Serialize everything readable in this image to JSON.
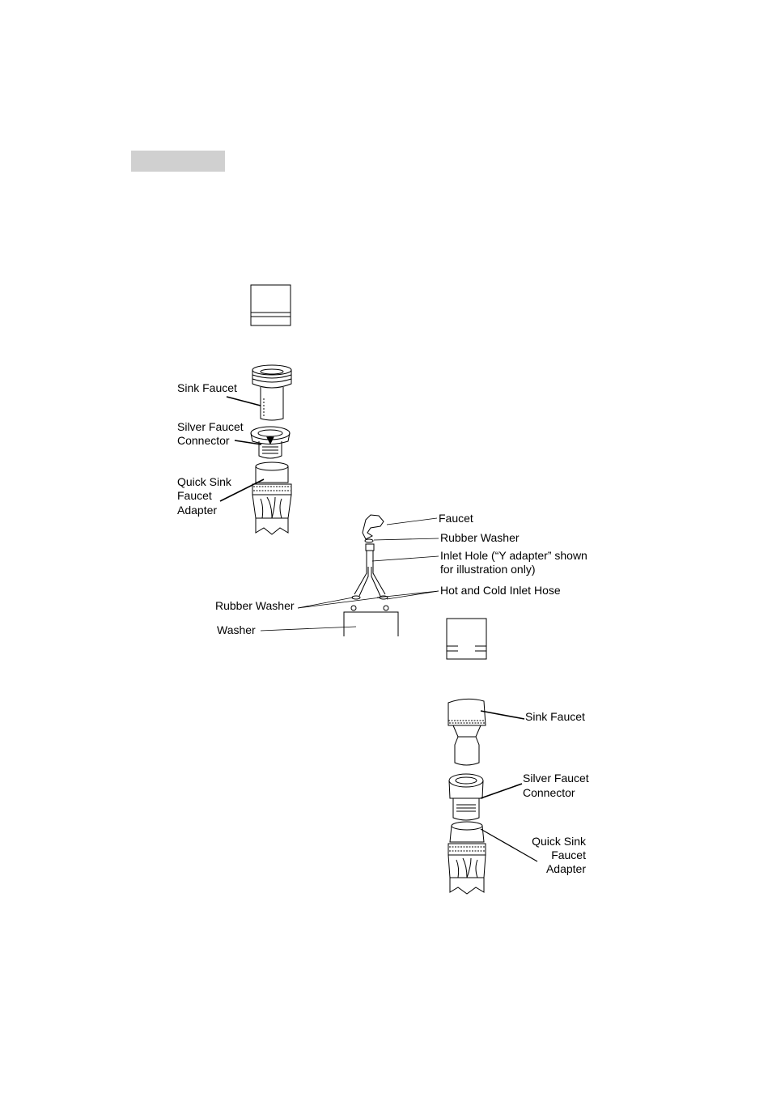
{
  "colors": {
    "line": "#000000",
    "header_bar": "#d0d0d0"
  },
  "labels": {
    "top_sink_faucet": "Sink Faucet",
    "top_silver_connector_1": "Silver Faucet",
    "top_silver_connector_2": "Connector",
    "top_quick_adapter_1": "Quick Sink",
    "top_quick_adapter_2": "Faucet",
    "top_quick_adapter_3": "Adapter",
    "faucet": "Faucet",
    "rubber_washer_right": "Rubber Washer",
    "inlet_hole_1": "Inlet Hole (“Y adapter” shown",
    "inlet_hole_2": "for illustration only)",
    "hot_cold_hose": "Hot and Cold Inlet Hose",
    "rubber_washer_left": "Rubber Washer",
    "washer": "Washer",
    "bottom_sink_faucet": "Sink Faucet",
    "bottom_silver_connector_1": "Silver Faucet",
    "bottom_silver_connector_2": "Connector",
    "bottom_quick_adapter_1": "Quick Sink",
    "bottom_quick_adapter_2": "Faucet",
    "bottom_quick_adapter_3": "Adapter"
  }
}
